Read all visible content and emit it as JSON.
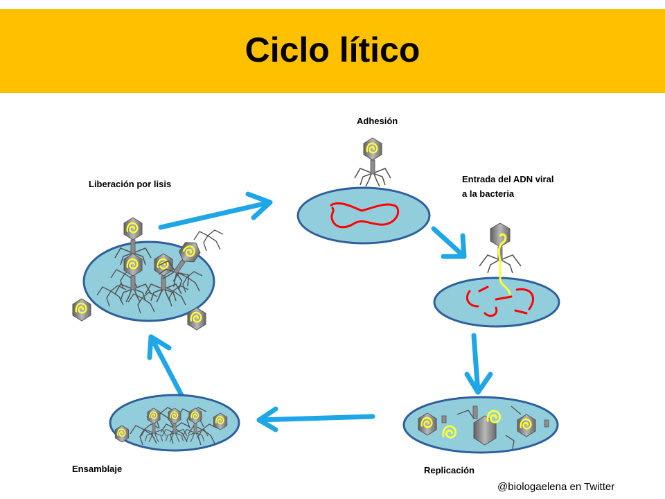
{
  "title": "Ciclo lítico",
  "stages": {
    "adhesion": "Adhesión",
    "entrada_line1": "Entrada del ADN viral",
    "entrada_line2": "a la bacteria",
    "replicacion": "Replicación",
    "ensamblaje": "Ensamblaje",
    "liberacion": "Liberación por lisis"
  },
  "credit": "@biologaelena en Twitter",
  "colors": {
    "banner": "#ffc000",
    "cell_fill": "#92cddc",
    "cell_stroke": "#2e5f9a",
    "arrow": "#1fa6e6",
    "viral_dna": "#ffff33",
    "bacterial_dna": "#ff0000",
    "capsid": "#7f7f7f"
  }
}
